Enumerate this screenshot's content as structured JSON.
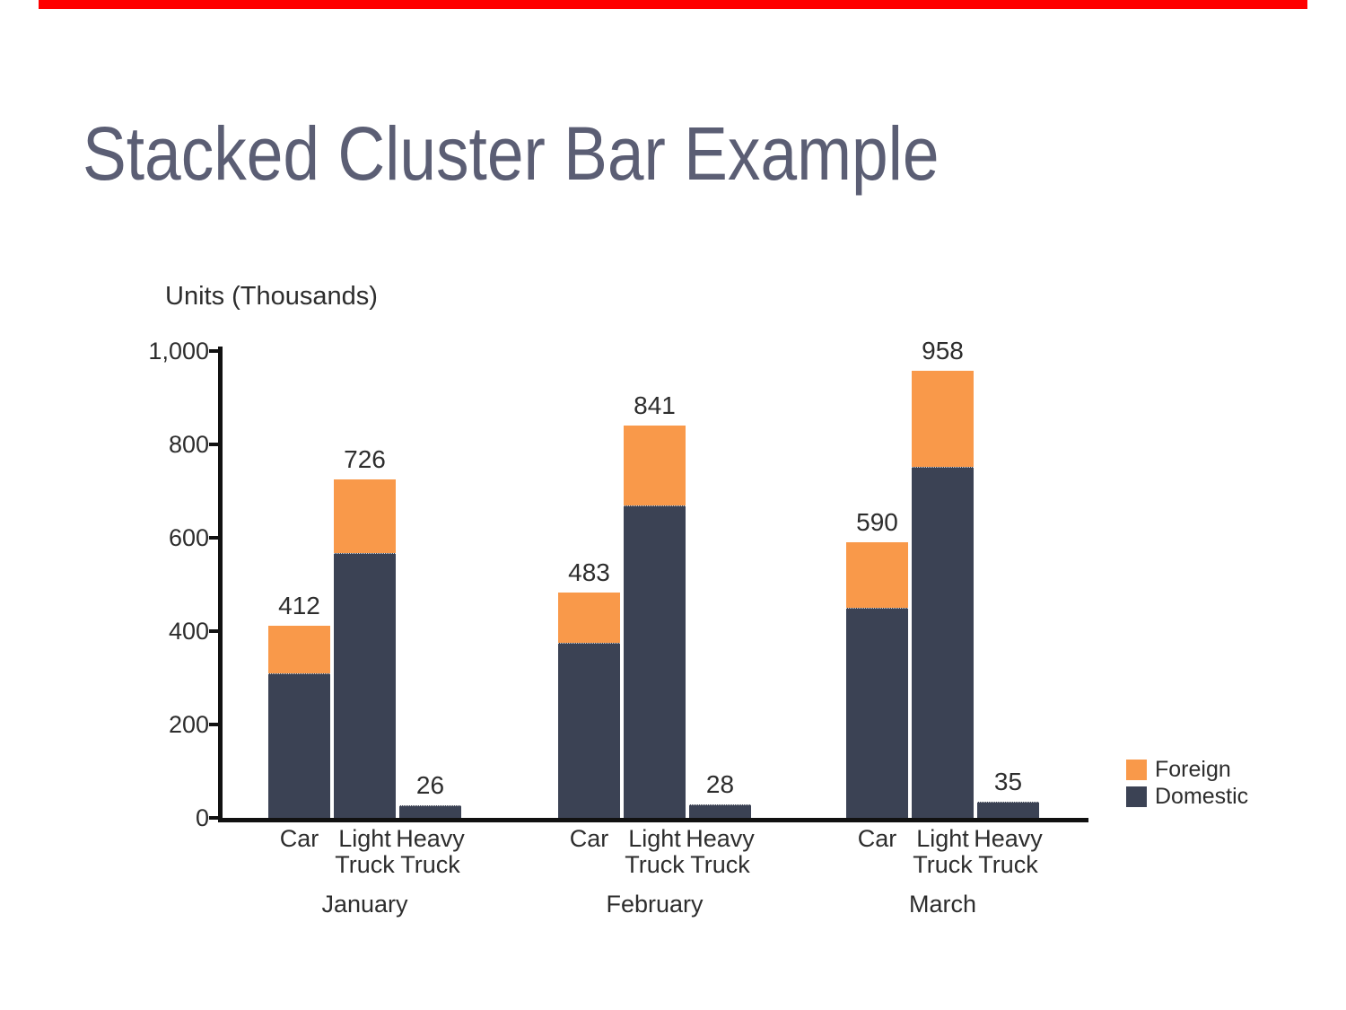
{
  "accent": {
    "top_bar_color": "#fe0000"
  },
  "title": {
    "text": "Stacked Cluster Bar Example",
    "color": "#5b5e74"
  },
  "chart_data": {
    "type": "bar",
    "stacked": true,
    "title": "Stacked Cluster Bar Example",
    "axis_label": "Units (Thousands)",
    "ylim": [
      0,
      1000
    ],
    "grid": false,
    "legend_position": "right-bottom",
    "y_ticks": [
      {
        "value": 1000,
        "label": "1,000"
      },
      {
        "value": 800,
        "label": "800"
      },
      {
        "value": 600,
        "label": "600"
      },
      {
        "value": 400,
        "label": "400"
      },
      {
        "value": 200,
        "label": "200"
      },
      {
        "value": 0,
        "label": "0"
      }
    ],
    "series_colors": {
      "Foreign": "#f9994a",
      "Domestic": "#3b4254"
    },
    "legend": [
      {
        "name": "Foreign",
        "color": "#f9994a"
      },
      {
        "name": "Domestic",
        "color": "#3b4254"
      }
    ],
    "groups": [
      {
        "label": "January",
        "bars": [
          {
            "category_lines": [
              "Car"
            ],
            "total": 412,
            "total_label": "412",
            "domestic": 310,
            "foreign": 102
          },
          {
            "category_lines": [
              "Light",
              "Truck"
            ],
            "total": 726,
            "total_label": "726",
            "domestic": 568,
            "foreign": 158
          },
          {
            "category_lines": [
              "Heavy",
              "Truck"
            ],
            "total": 26,
            "total_label": "26",
            "domestic": 26,
            "foreign": 0
          }
        ]
      },
      {
        "label": "February",
        "bars": [
          {
            "category_lines": [
              "Car"
            ],
            "total": 483,
            "total_label": "483",
            "domestic": 375,
            "foreign": 108
          },
          {
            "category_lines": [
              "Light",
              "Truck"
            ],
            "total": 841,
            "total_label": "841",
            "domestic": 670,
            "foreign": 171
          },
          {
            "category_lines": [
              "Heavy",
              "Truck"
            ],
            "total": 28,
            "total_label": "28",
            "domestic": 28,
            "foreign": 0
          }
        ]
      },
      {
        "label": "March",
        "bars": [
          {
            "category_lines": [
              "Car"
            ],
            "total": 590,
            "total_label": "590",
            "domestic": 450,
            "foreign": 140
          },
          {
            "category_lines": [
              "Light",
              "Truck"
            ],
            "total": 958,
            "total_label": "958",
            "domestic": 752,
            "foreign": 206
          },
          {
            "category_lines": [
              "Heavy",
              "Truck"
            ],
            "total": 35,
            "total_label": "35",
            "domestic": 35,
            "foreign": 0
          }
        ]
      }
    ]
  }
}
